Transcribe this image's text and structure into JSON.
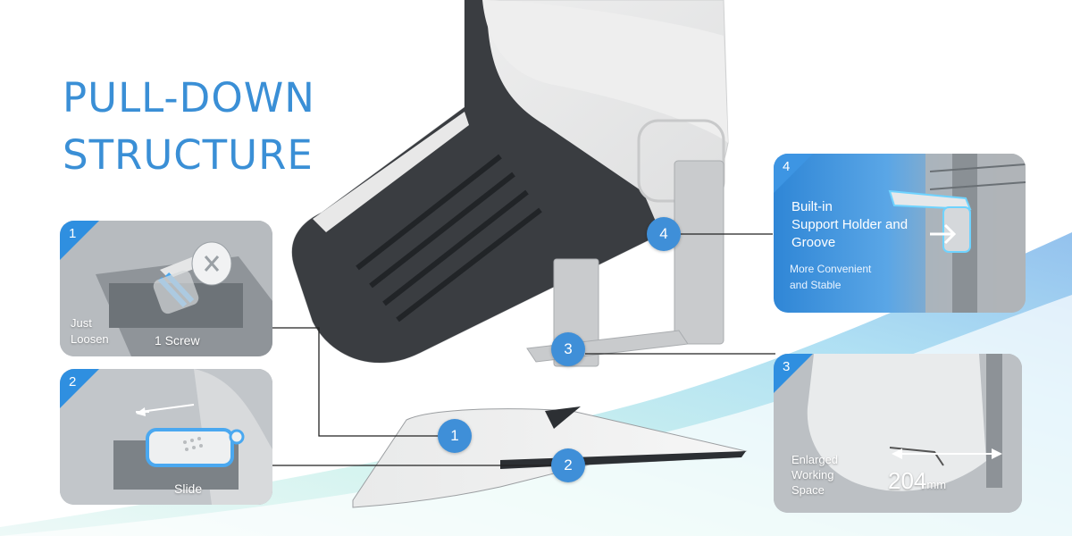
{
  "title": {
    "line1": "PULL-DOWN",
    "line2": "STRUCTURE"
  },
  "colors": {
    "accent": "#3a8fd6",
    "badge": "#3f8fd8",
    "corner": "#2f8fe0"
  },
  "callouts": {
    "c1": {
      "number": "1",
      "text_a": "Just",
      "text_b": "Loosen",
      "text_c": "1 Screw"
    },
    "c2": {
      "number": "2",
      "text": "Slide"
    },
    "c3": {
      "number": "3",
      "text_a": "Enlarged",
      "text_b": "Working",
      "text_c": "Space",
      "value": "204",
      "unit": "mm"
    },
    "c4": {
      "number": "4",
      "line1": "Built-in",
      "line2": "Support Holder and",
      "line3": "Groove",
      "sub1": "More Convenient",
      "sub2": "and Stable"
    }
  },
  "badges": {
    "b1": "1",
    "b2": "2",
    "b3": "3",
    "b4": "4"
  }
}
